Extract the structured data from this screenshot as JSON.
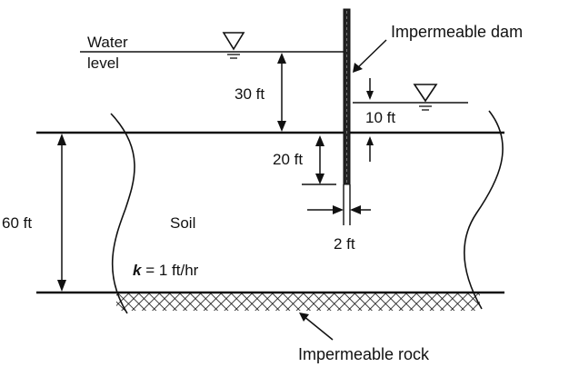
{
  "labels": {
    "water_level_line1": "Water",
    "water_level_line2": "level",
    "dam": "Impermeable dam",
    "head_upstream": "30 ft",
    "head_downstream": "10 ft",
    "embedment": "20 ft",
    "soil_depth": "60 ft",
    "soil": "Soil",
    "permeability_symbol": "k",
    "permeability_value": " = 1 ft/hr",
    "dam_width": "2 ft",
    "rock": "Impermeable rock"
  },
  "colors": {
    "ink": "#111111",
    "background": "#ffffff"
  },
  "icons": [
    "water-level-triangle-icon",
    "water-level-triangle-icon"
  ]
}
